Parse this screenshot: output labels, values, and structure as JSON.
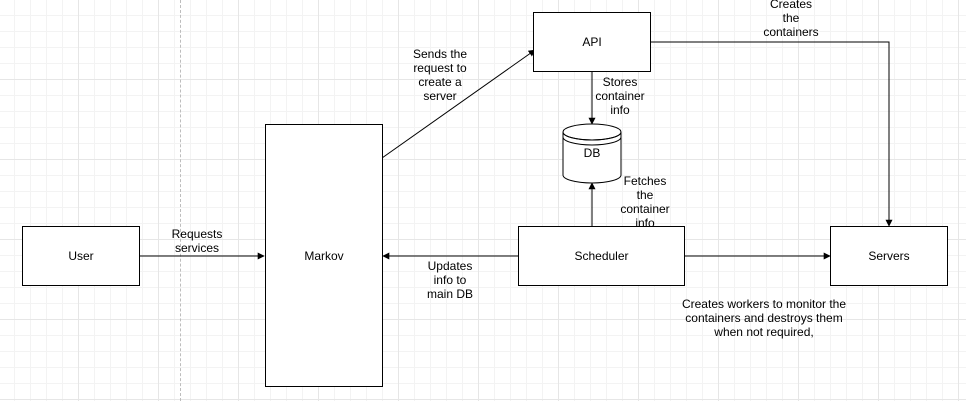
{
  "nodes": {
    "user": "User",
    "markov": "Markov",
    "api": "API",
    "db": "DB",
    "scheduler": "Scheduler",
    "servers": "Servers"
  },
  "edge_labels": {
    "user_to_markov": "Requests\nservices",
    "markov_to_api": "Sends the\nrequest to\ncreate a\nserver",
    "api_to_db": "Stores\ncontainer\ninfo",
    "api_to_servers": "Creates\nthe\ncontainers",
    "scheduler_to_db": "Fetches\nthe\ncontainer\ninfo",
    "scheduler_to_markov": "Updates\ninfo to\nmain DB",
    "scheduler_to_servers": "Creates workers to monitor the\ncontainers and destroys them\nwhen not required,"
  },
  "colors": {
    "stroke": "#000000",
    "fill": "#ffffff",
    "grid": "#e6e6e6"
  }
}
